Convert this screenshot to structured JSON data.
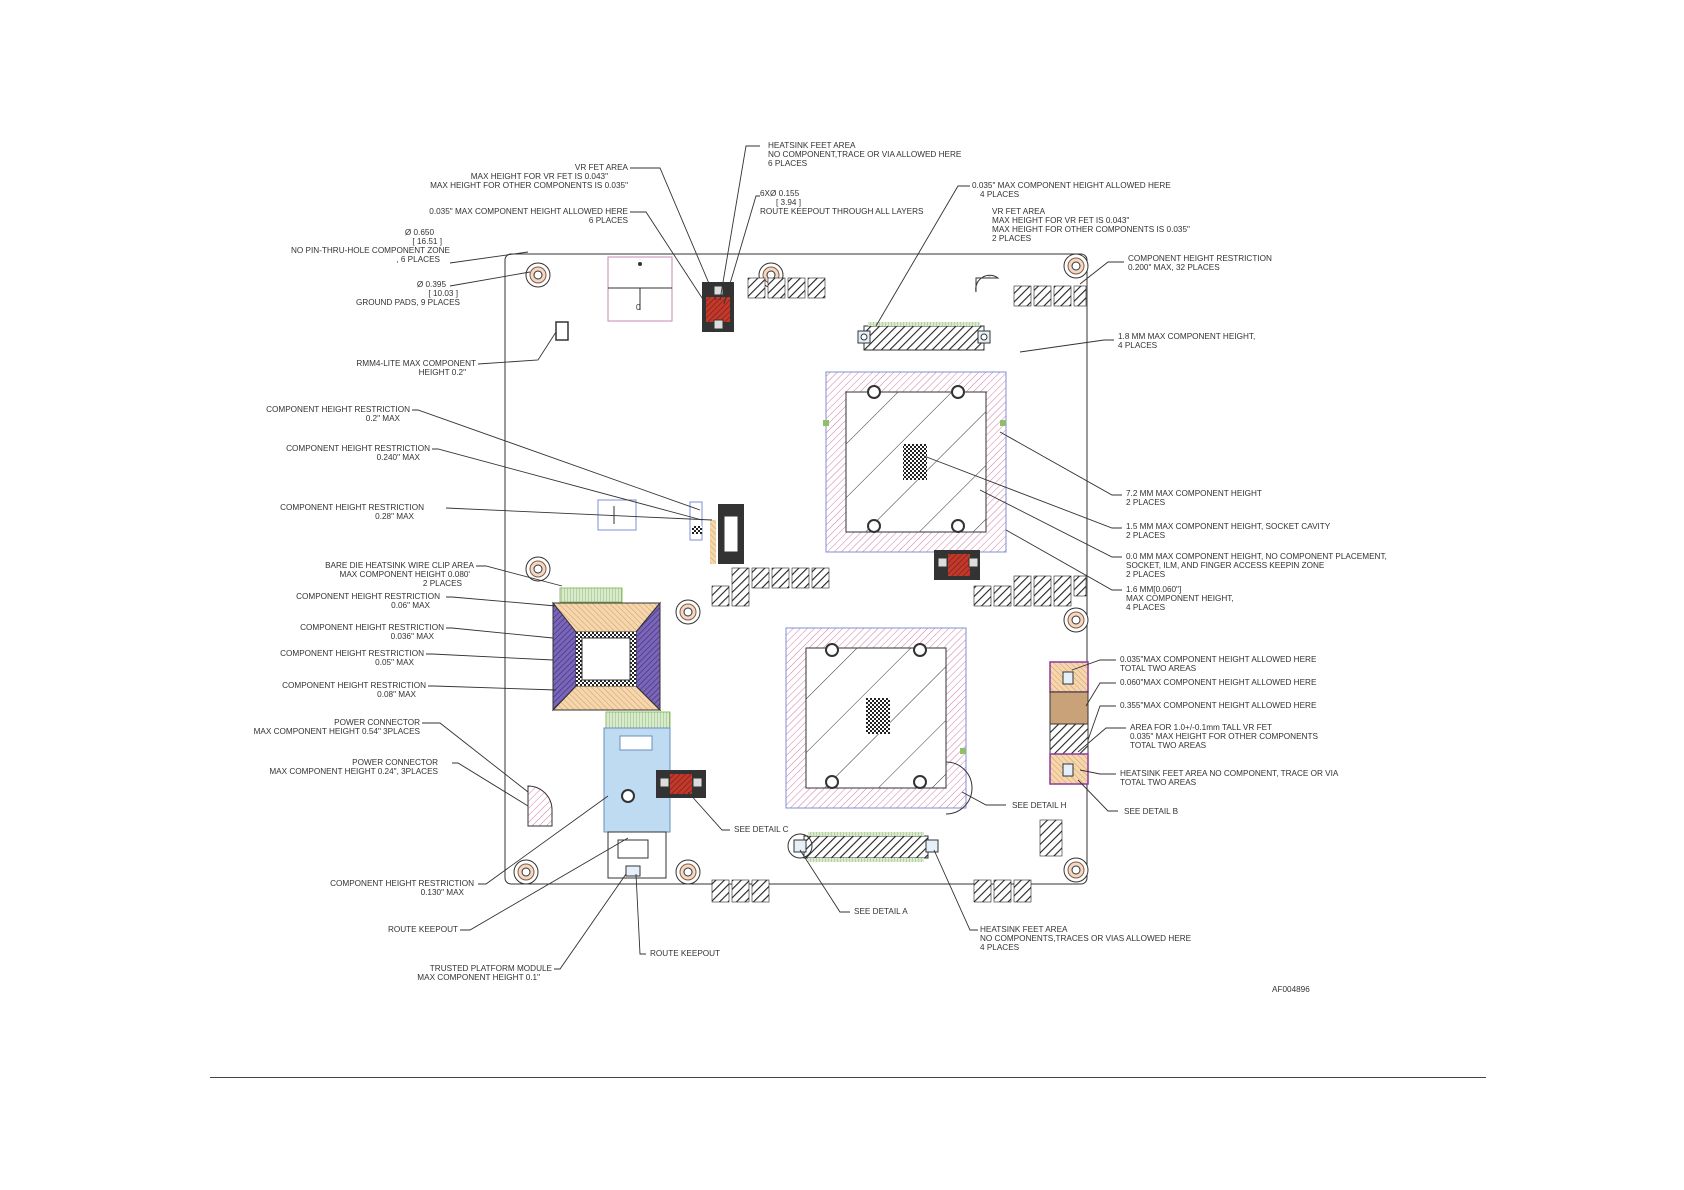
{
  "figure_id": "AF004896",
  "colors": {
    "line": "#333333",
    "red": "#b3261e",
    "purple": "#6a4c9c",
    "peach": "#e8b07a",
    "green": "#8fbf6a",
    "blue": "#9ec7e8",
    "pink": "#d07aa8"
  },
  "left_labels": {
    "vr_fet": [
      "VR FET AREA",
      "MAX HEIGHT FOR VR FET IS 0.043\"",
      "MAX HEIGHT FOR OTHER COMPONENTS IS 0.035\""
    ],
    "max035_6": [
      "0.035\" MAX COMPONENT HEIGHT ALLOWED HERE",
      "6 PLACES"
    ],
    "npth": [
      "Ø 0.650",
      "[ 16.51 ]",
      "NO PIN-THRU-HOLE COMPONENT ZONE",
      ", 6 PLACES"
    ],
    "gnd": [
      "Ø 0.395",
      "[ 10.03 ]",
      "GROUND PADS, 9 PLACES"
    ],
    "rmm4": [
      "RMM4-LITE MAX COMPONENT",
      "HEIGHT 0.2\""
    ],
    "chr_02": [
      "COMPONENT HEIGHT RESTRICTION",
      "0.2\" MAX"
    ],
    "chr_024": [
      "COMPONENT HEIGHT RESTRICTION",
      "0.240\" MAX"
    ],
    "chr_028": [
      "COMPONENT HEIGHT RESTRICTION",
      "0.28\" MAX"
    ],
    "bare_die": [
      "BARE DIE HEATSINK WIRE CLIP AREA",
      "MAX COMPONENT HEIGHT 0.080'",
      "2 PLACES"
    ],
    "chr_006": [
      "COMPONENT HEIGHT RESTRICTION",
      "0.06\" MAX"
    ],
    "chr_0036": [
      "COMPONENT HEIGHT RESTRICTION",
      "0.036\" MAX"
    ],
    "chr_005": [
      "COMPONENT HEIGHT RESTRICTION",
      "0.05\" MAX"
    ],
    "chr_008": [
      "COMPONENT HEIGHT RESTRICTION",
      "0.08\" MAX"
    ],
    "pwr1": [
      "POWER CONNECTOR",
      "MAX COMPONENT HEIGHT 0.54\" 3PLACES"
    ],
    "pwr2": [
      "POWER CONNECTOR",
      "MAX COMPONENT HEIGHT 0.24\", 3PLACES"
    ],
    "chr_013": [
      "COMPONENT HEIGHT RESTRICTION",
      "0.130\" MAX"
    ],
    "route_keepout_l": [
      "ROUTE KEEPOUT"
    ],
    "tpm": [
      "TRUSTED PLATFORM MODULE",
      "MAX COMPONENT HEIGHT 0.1\""
    ]
  },
  "top_labels": {
    "hs_feet": [
      "HEATSINK FEET AREA",
      "NO COMPONENT,TRACE OR VIA ALLOWED HERE",
      "6 PLACES"
    ],
    "route6": [
      "6XØ 0.155",
      "[ 3.94 ]",
      "ROUTE KEEPOUT THROUGH ALL LAYERS"
    ]
  },
  "right_labels": {
    "max035_4": [
      "0.035\" MAX COMPONENT HEIGHT ALLOWED HERE",
      "4 PLACES"
    ],
    "vr_fet2": [
      "VR FET AREA",
      "MAX HEIGHT FOR VR FET IS 0.043\"",
      "MAX HEIGHT FOR OTHER COMPONENTS IS 0.035\"",
      "2 PLACES"
    ],
    "chr_0200": [
      "COMPONENT HEIGHT RESTRICTION",
      "0.200\" MAX, 32 PLACES"
    ],
    "mm18": [
      "1.8 MM MAX COMPONENT HEIGHT,",
      "4 PLACES"
    ],
    "mm72": [
      "7.2 MM MAX COMPONENT HEIGHT",
      "2 PLACES"
    ],
    "mm15": [
      "1.5 MM MAX COMPONENT HEIGHT, SOCKET CAVITY",
      "2 PLACES"
    ],
    "mm00": [
      "0.0 MM MAX COMPONENT HEIGHT, NO COMPONENT PLACEMENT,",
      "SOCKET, ILM, AND FINGER ACCESS KEEPIN ZONE",
      "2 PLACES"
    ],
    "mm16": [
      "1.6 MM[0.060\"]",
      "MAX COMPONENT HEIGHT,",
      "4 PLACES"
    ],
    "max035_two": [
      "0.035\"MAX COMPONENT HEIGHT ALLOWED HERE",
      "TOTAL TWO AREAS"
    ],
    "max060": [
      "0.060\"MAX COMPONENT HEIGHT ALLOWED HERE"
    ],
    "max355": [
      "0.355\"MAX COMPONENT HEIGHT ALLOWED HERE"
    ],
    "area_vr": [
      "AREA FOR 1.0+/-0.1mm TALL VR FET",
      "0.035\" MAX HEIGHT FOR OTHER COMPONENTS",
      "TOTAL TWO AREAS"
    ],
    "hs_feet_two": [
      "HEATSINK FEET AREA NO COMPONENT, TRACE OR VIA",
      "TOTAL TWO AREAS"
    ],
    "see_b": [
      "SEE DETAIL  B"
    ],
    "see_h": [
      "SEE DETAIL  H"
    ]
  },
  "bottom_labels": {
    "see_c": [
      "SEE DETAIL  C"
    ],
    "see_a": [
      "SEE DETAIL  A"
    ],
    "hs_feet4": [
      "HEATSINK FEET AREA",
      "NO COMPONENTS,TRACES OR VIAS ALLOWED HERE",
      "4 PLACES"
    ],
    "route_keepout_b": [
      "ROUTE KEEPOUT"
    ]
  },
  "board_marks": {
    "zero_a": "0",
    "zero_b": "0"
  }
}
